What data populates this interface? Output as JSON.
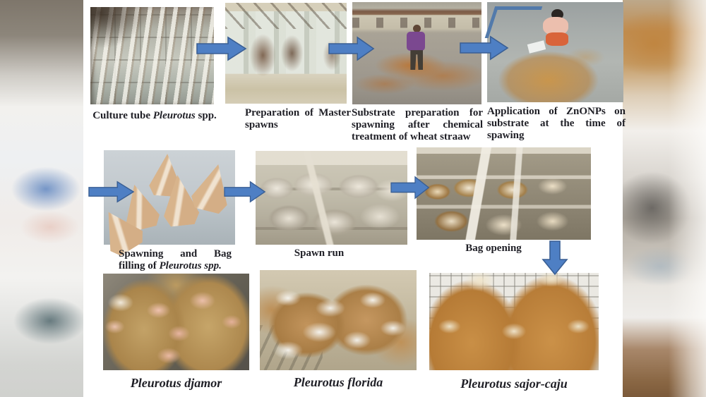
{
  "palette": {
    "arrow_fill": "#4e7fc4",
    "arrow_stroke": "#3a5f94",
    "text": "#1f1f26",
    "background": "#ffffff"
  },
  "steps": {
    "culture_tube": {
      "pre": "Culture tube ",
      "italic": "Pleurotus",
      "post": " spp."
    },
    "master_spawn": {
      "line1": "Preparation of Master",
      "line2": "spawns"
    },
    "substrate": {
      "line1": "Substrate preparation for",
      "line2": "spawning after chemical",
      "line3": "treatment of wheat straaw"
    },
    "znonp": {
      "line1": "Application of ZnONPs on",
      "line2": "substrate at the time of",
      "line3": "spawing"
    },
    "spawning_bag": {
      "line1": "Spawning and Bag",
      "line2_pre": "filling of ",
      "line2_italic": "Pleurotus spp."
    },
    "spawn_run": {
      "label": "Spawn run"
    },
    "bag_opening": {
      "label": "Bag opening"
    },
    "djamor": {
      "label": "Pleurotus djamor"
    },
    "florida": {
      "label": "Pleurotus florida"
    },
    "sajor_caju": {
      "label": "Pleurotus sajor-caju"
    }
  }
}
